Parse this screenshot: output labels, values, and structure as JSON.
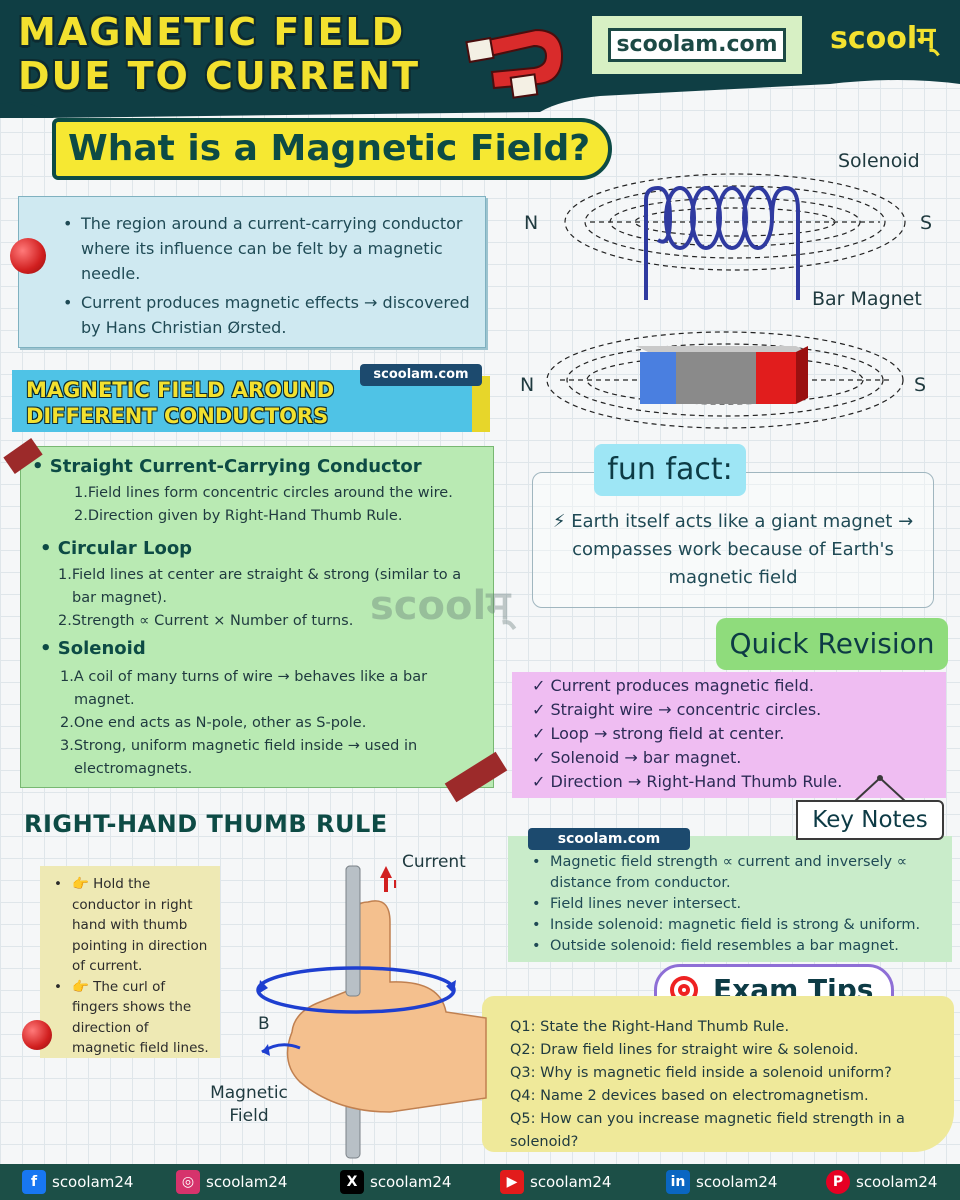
{
  "header": {
    "title_line1": "MAGNETIC FIELD",
    "title_line2": "DUE TO CURRENT",
    "site": "scoolam.com",
    "brand": "scoolम्"
  },
  "what_is": {
    "title": "What is a Magnetic Field?",
    "points": [
      "The region around a current-carrying conductor where its influence can be felt by a magnetic needle.",
      "Current produces magnetic effects → discovered by Hans Christian Ørsted."
    ]
  },
  "diagrams": {
    "solenoid_label": "Solenoid",
    "bar_magnet_label": "Bar Magnet",
    "north": "N",
    "south": "S"
  },
  "conductors": {
    "site_label": "scoolam.com",
    "title_line1": "MAGNETIC FIELD AROUND",
    "title_line2": "DIFFERENT CONDUCTORS",
    "straight": {
      "heading": "Straight Current-Carrying Conductor",
      "items": [
        "Field lines form concentric circles around the wire.",
        "Direction given by Right-Hand Thumb Rule."
      ]
    },
    "loop": {
      "heading": "Circular Loop",
      "items": [
        "Field lines at center are straight & strong (similar to a bar magnet).",
        "Strength ∝ Current × Number of turns."
      ]
    },
    "solenoid": {
      "heading": "Solenoid",
      "items": [
        "A coil of many turns of wire → behaves like a bar magnet.",
        "One end acts as N-pole, other as S-pole.",
        "Strong, uniform magnetic field inside → used in electromagnets."
      ]
    },
    "watermark": "scoolम्"
  },
  "fun_fact": {
    "tag": "fun fact:",
    "text": "⚡ Earth itself acts like a giant magnet → compasses work because of Earth's magnetic field"
  },
  "quick_revision": {
    "title": "Quick Revision",
    "items": [
      "Current produces magnetic field.",
      "Straight wire → concentric circles.",
      "Loop → strong field at center.",
      "Solenoid → bar magnet.",
      "Direction → Right-Hand Thumb Rule."
    ]
  },
  "key_notes": {
    "title": "Key Notes",
    "site_label": "scoolam.com",
    "items": [
      "Magnetic field strength ∝ current and inversely ∝ distance from conductor.",
      "Field lines never intersect.",
      "Inside solenoid: magnetic field is strong & uniform.",
      "Outside solenoid: field resembles a bar magnet."
    ]
  },
  "exam_tips": {
    "title": "Exam Tips",
    "items": [
      "Q1: State the Right-Hand Thumb Rule.",
      "Q2: Draw field lines for straight wire & solenoid.",
      "Q3: Why is magnetic field inside a solenoid uniform?",
      "Q4: Name 2 devices based on electromagnetism.",
      "Q5: How can you increase magnetic field strength in a solenoid?"
    ]
  },
  "rhr": {
    "title": "RIGHT-HAND THUMB RULE",
    "notes": [
      "👉 Hold the conductor in right hand with thumb pointing in direction of current.",
      "👉 The curl of fingers shows the direction of magnetic field lines."
    ],
    "current_label": "Current",
    "current_symbol": "I",
    "b_label": "B",
    "field_label": "Magnetic Field"
  },
  "footer": {
    "facebook": "scoolam24",
    "instagram": "scoolam24",
    "x": "scoolam24",
    "youtube": "scoolam24",
    "linkedin": "scoolam24",
    "pinterest": "scoolam24"
  },
  "colors": {
    "header_bg": "#0f3e44",
    "title_yellow": "#f3e12f",
    "accent_teal": "#0d4b45",
    "footer_bg": "#1c4f47"
  }
}
